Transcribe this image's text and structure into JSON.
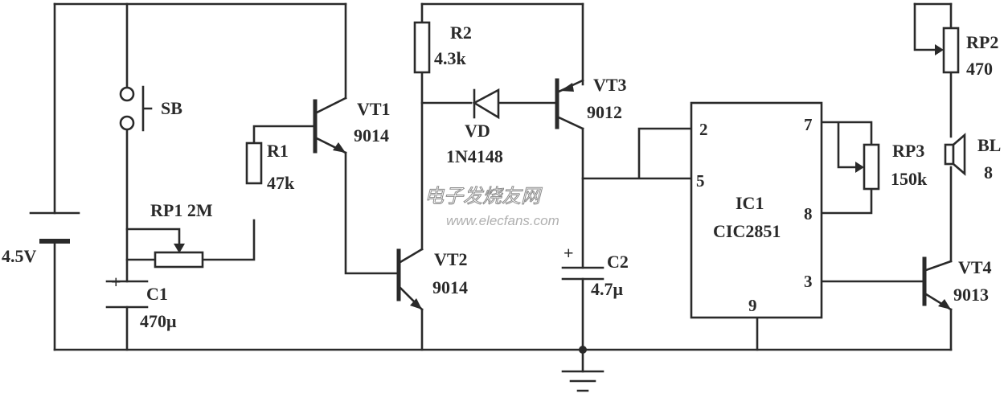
{
  "components": {
    "battery": {
      "value": "4.5V"
    },
    "sb": {
      "label": "SB"
    },
    "rp1": {
      "label": "RP1 2M"
    },
    "c1": {
      "label": "C1",
      "value": "470μ",
      "polarity": "+"
    },
    "r1": {
      "label": "R1",
      "value": "47k"
    },
    "vt1": {
      "label": "VT1",
      "value": "9014"
    },
    "vt2": {
      "label": "VT2",
      "value": "9014"
    },
    "r2": {
      "label": "R2",
      "value": "4.3k"
    },
    "vd": {
      "label": "VD",
      "value": "1N4148"
    },
    "vt3": {
      "label": "VT3",
      "value": "9012"
    },
    "c2": {
      "label": "C2",
      "value": "4.7μ",
      "polarity": "+"
    },
    "ic1": {
      "label": "IC1",
      "value": "CIC2851",
      "pins": {
        "p2": "2",
        "p5": "5",
        "p7": "7",
        "p8": "8",
        "p3": "3",
        "p9": "9"
      }
    },
    "rp3": {
      "label": "RP3",
      "value": "150k"
    },
    "rp2": {
      "label": "RP2",
      "value": "470"
    },
    "bl": {
      "label": "BL",
      "value": "8"
    },
    "vt4": {
      "label": "VT4",
      "value": "9013"
    }
  },
  "watermark": {
    "cn": "电子发烧友网",
    "url": "www.elecfans.com"
  },
  "colors": {
    "ink": "#2a2a2a",
    "background": "#ffffff"
  }
}
